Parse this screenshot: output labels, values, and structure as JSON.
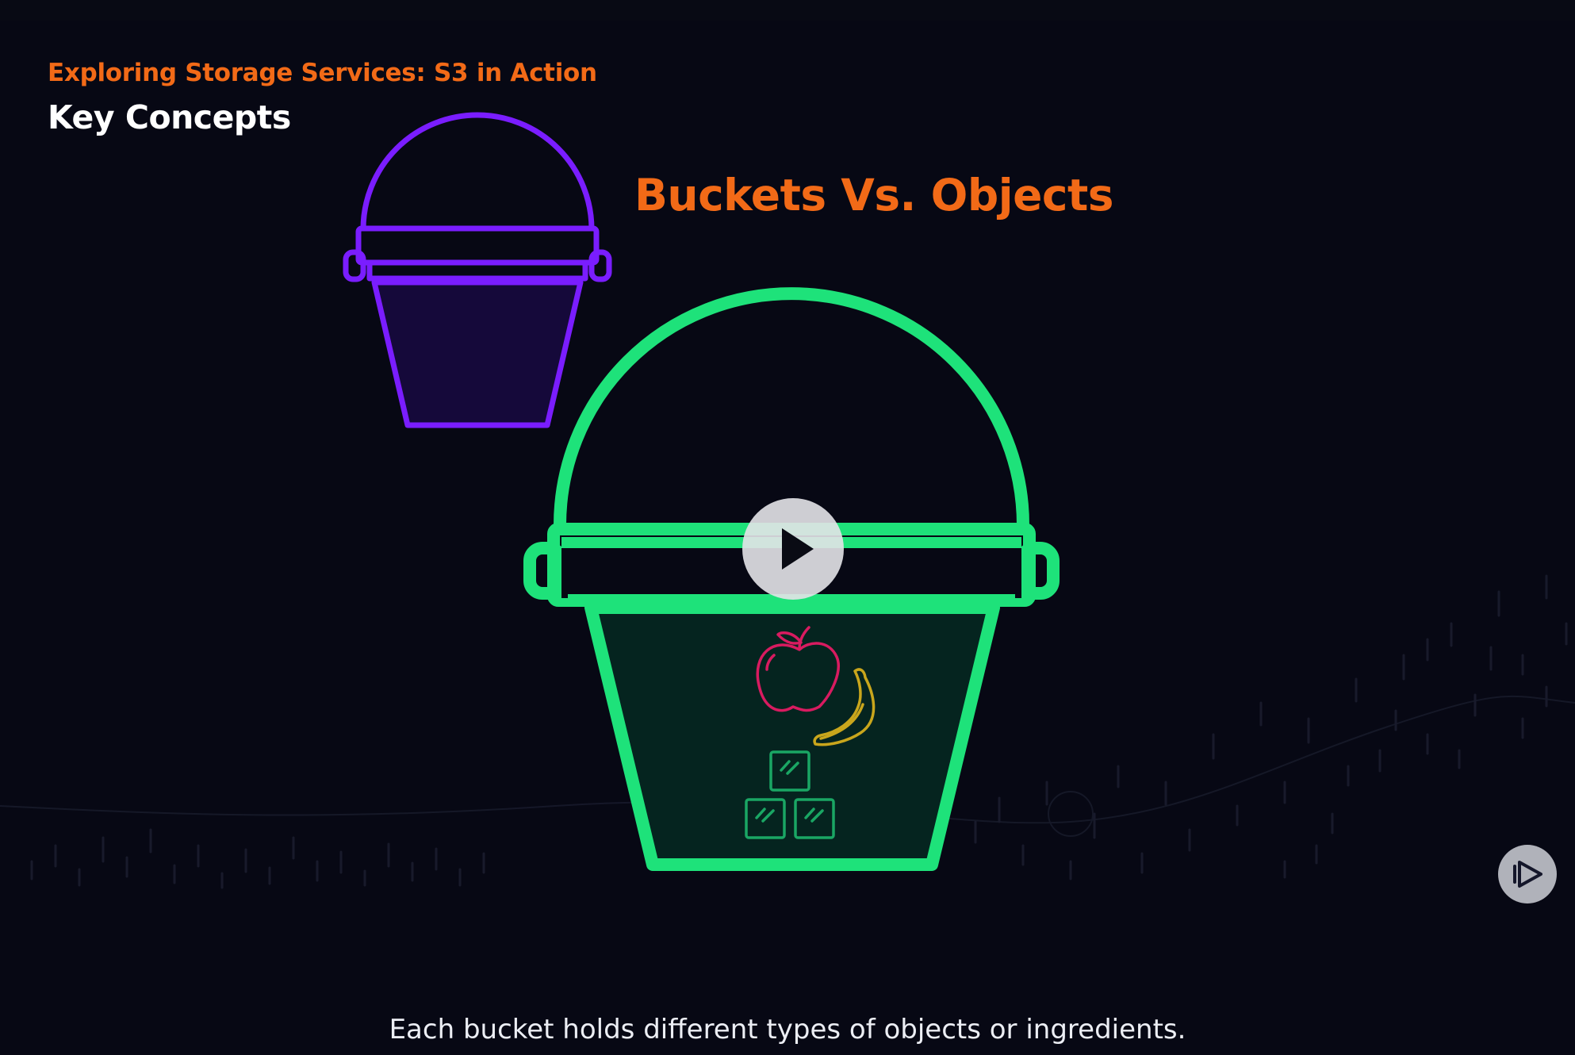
{
  "course": {
    "title": "Exploring Storage Services: S3 in Action",
    "section": "Key Concepts"
  },
  "slide": {
    "heading": "Buckets Vs. Objects"
  },
  "caption": {
    "text": "Each bucket holds different types of objects or ingredients."
  },
  "colors": {
    "accent_orange": "#f26a17",
    "small_bucket_stroke": "#7a1dff",
    "large_bucket_stroke": "#1ee27a",
    "apple_stroke": "#d81b60",
    "banana_stroke": "#c9a61c"
  },
  "icons": {
    "small_bucket": "bucket-icon",
    "large_bucket": "bucket-icon",
    "apple": "apple-icon",
    "banana": "banana-icon",
    "cubes": "ice-cubes-icon",
    "play": "play-icon",
    "brand": "pluralsight-logo-icon"
  }
}
